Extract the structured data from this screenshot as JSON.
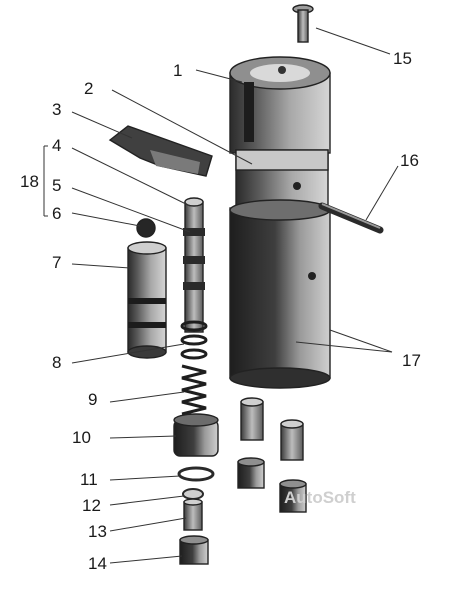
{
  "diagram": {
    "callouts": [
      "1",
      "2",
      "3",
      "4",
      "5",
      "6",
      "7",
      "8",
      "9",
      "10",
      "11",
      "12",
      "13",
      "14",
      "15",
      "16",
      "17",
      "18"
    ],
    "watermark": "AutoSoft"
  }
}
